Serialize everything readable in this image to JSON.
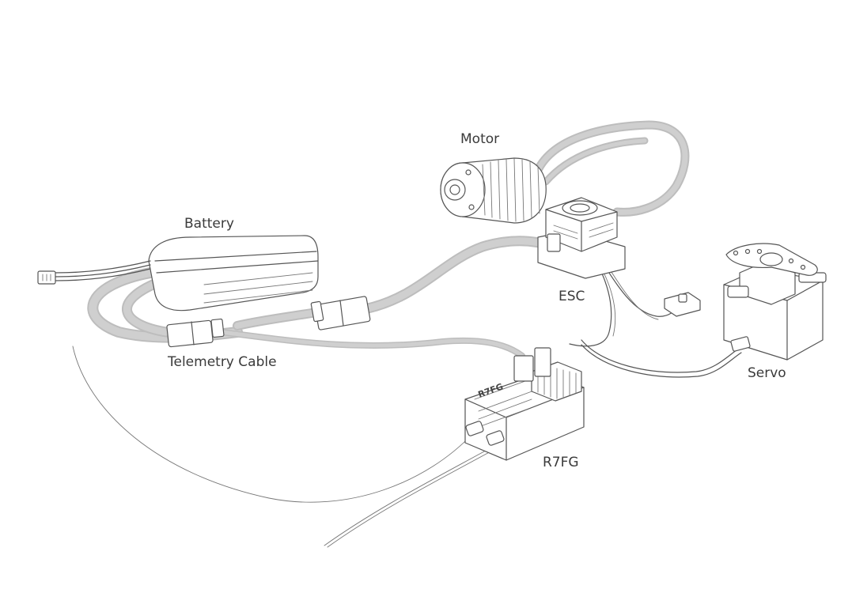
{
  "labels": {
    "motor": "Motor",
    "battery": "Battery",
    "esc": "ESC",
    "servo": "Servo",
    "telemetry": "Telemetry Cable",
    "receiver": "R7FG"
  },
  "receiver_marking": "R7FG"
}
